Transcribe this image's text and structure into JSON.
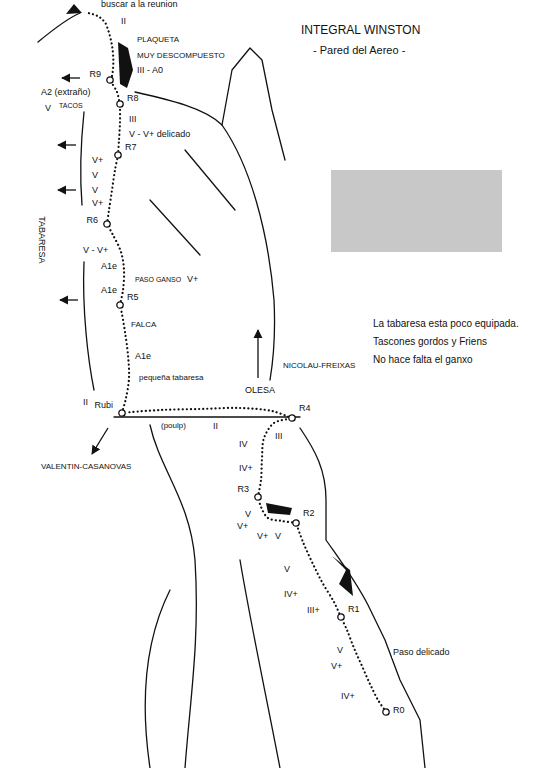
{
  "diagram": {
    "title": "INTEGRAL WINSTON",
    "nodes": [
      {
        "text": [
          "R0"
        ]
      },
      {
        "text": [
          "R1"
        ]
      },
      {
        "text": [
          "R2"
        ]
      },
      {
        "text": [
          "R3"
        ]
      },
      {
        "text": [
          "R4"
        ]
      },
      {
        "text": [
          "Rubi"
        ]
      },
      {
        "text": [
          "R5"
        ]
      },
      {
        "text": [
          "R6"
        ]
      },
      {
        "text": [
          "R7"
        ]
      },
      {
        "text": [
          "R8"
        ]
      },
      {
        "text": [
          "R9"
        ]
      }
    ],
    "edges": [
      {
        "from": 0,
        "to": 1,
        "arrow": "none"
      },
      {
        "from": 1,
        "to": 2,
        "arrow": "none"
      },
      {
        "from": 2,
        "to": 3,
        "arrow": "none"
      },
      {
        "from": 3,
        "to": 4,
        "arrow": "none"
      },
      {
        "from": 4,
        "to": 5,
        "arrow": "none"
      },
      {
        "from": 5,
        "to": 6,
        "arrow": "none"
      },
      {
        "from": 6,
        "to": 7,
        "arrow": "none"
      },
      {
        "from": 7,
        "to": 8,
        "arrow": "none"
      },
      {
        "from": 8,
        "to": 9,
        "arrow": "none"
      },
      {
        "from": 9,
        "to": 10,
        "arrow": "none"
      }
    ],
    "labels": [
      "- Pared del Aereo -",
      "buscar a la reunion",
      "II",
      "PLAQUETA",
      "MUY DESCOMPUESTO",
      "III - A0",
      "A2 (extraño)",
      "TACOS",
      "V",
      "III",
      "V - V+ delicado",
      "V+",
      "V",
      "V",
      "V+",
      "V - V+",
      "A1e",
      "PASO GANSO",
      "V+",
      "A1e",
      "FALCA",
      "A1e",
      "pequeña tabaresa",
      "II",
      "OLESA",
      "NICOLAU-FREIXAS",
      "(poulp)",
      "II",
      "III",
      "VALENTIN-CASANOVAS",
      "IV",
      "IV+",
      "V",
      "V+",
      "V+",
      "V",
      "V",
      "IV+",
      "III+",
      "V",
      "V+",
      "Paso delicado",
      "IV+",
      "TABARESA",
      "La tabaresa esta poco equipada.",
      "Tascones gordos y Friens",
      "No hace falta el ganxo"
    ]
  }
}
